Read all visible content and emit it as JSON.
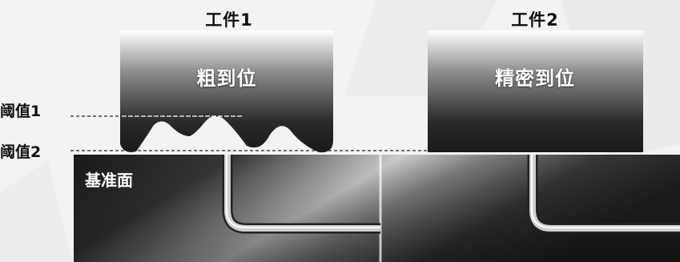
{
  "workpieces": [
    {
      "title": "工件1",
      "state": "粗到位"
    },
    {
      "title": "工件2",
      "state": "精密到位"
    }
  ],
  "thresholds": {
    "first": "阈值1",
    "second": "阈值2"
  },
  "base": {
    "label": "基准面"
  }
}
